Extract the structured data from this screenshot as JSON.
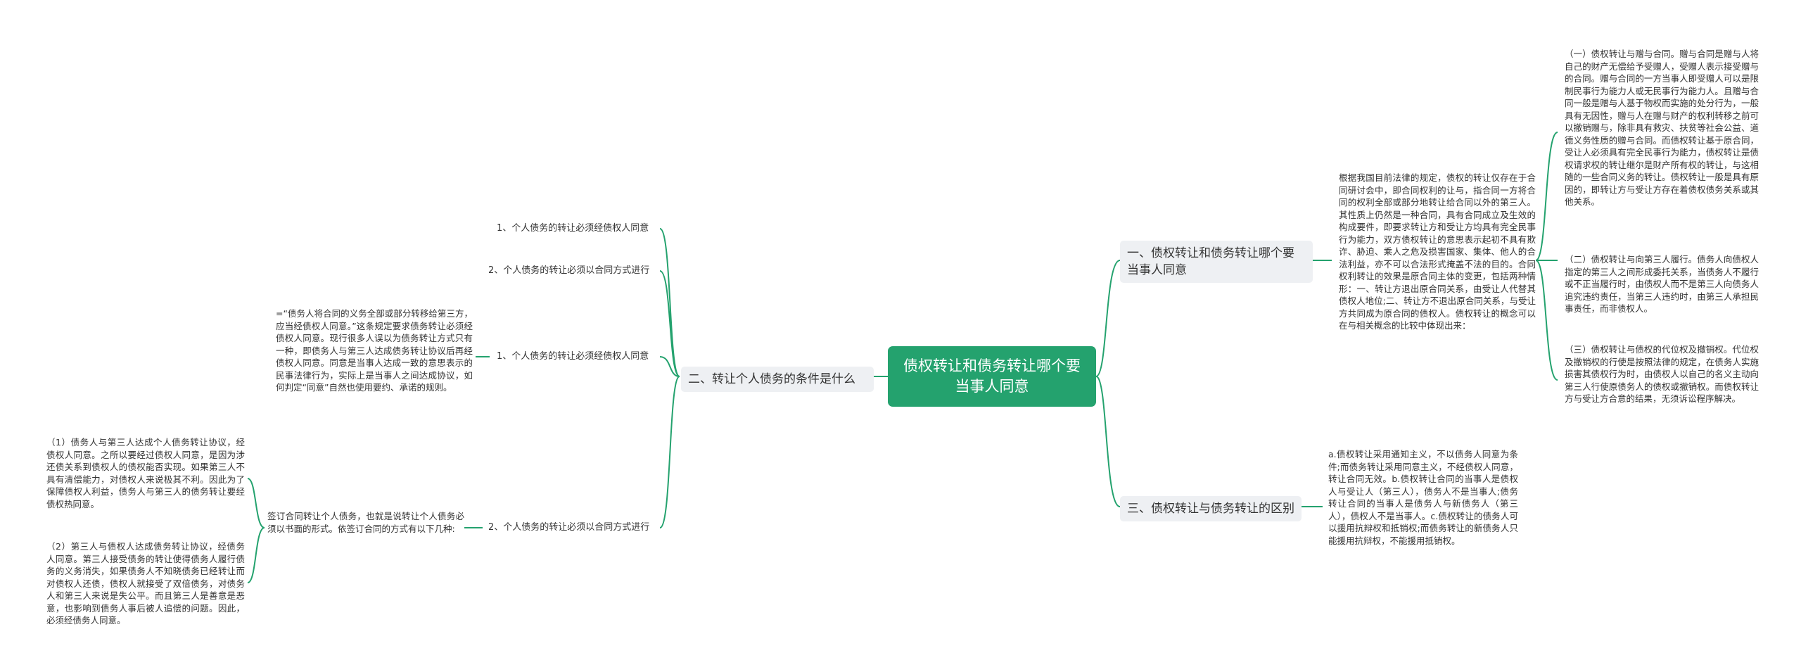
{
  "root": "债权转让和债务转让哪个要当事人同意",
  "right": {
    "b1": {
      "label": "一、债权转让和债务转让哪个要当事人同意",
      "detail": "根据我国目前法律的规定，债权的转让仅存在于合同研讨会中，即合同权利的让与，指合同一方将合同的权利全部或部分地转让给合同以外的第三人。其性质上仍然是一种合同，具有合同成立及生效的构成要件，即要求转让方和受让方均具有完全民事行为能力，双方债权转让的意思表示起初不具有欺诈、胁迫、乘人之危及损害国家、集体、他人的合法利益，亦不可以合法形式掩盖不法的目的。合同权利转让的效果是原合同主体的变更，包括两种情形：一、转让方退出原合同关系，由受让人代替其债权人地位;二、转让方不退出原合同关系，与受让方共同成为原合同的债权人。债权转让的概念可以在与相关概念的比较中体现出来：",
      "items": [
        "（一）债权转让与赠与合同。赠与合同是赠与人将自己的财产无偿给予受赠人，受赠人表示接受赠与的合同。赠与合同的一方当事人即受赠人可以是限制民事行为能力人或无民事行为能力人。且赠与合同一般是赠与人基于物权而实施的处分行为，一般具有无因性，赠与人在赠与财产的权利转移之前可以撤销赠与，除非具有救灾、扶贫等社会公益、道德义务性质的赠与合同。而债权转让基于原合同，受让人必须具有完全民事行为能力，债权转让是债权请求权的转让继尔是财产所有权的转让，与这相随的一些合同义务的转让。债权转让一般是具有原因的，即转让方与受让方存在着债权债务关系或其他关系。",
        "（二）债权转让与向第三人履行。债务人向债权人指定的第三人之间形成委托关系，当债务人不履行或不正当履行时，由债权人而不是第三人向债务人追究违约责任，当第三人违约时，由第三人承担民事责任，而非债权人。",
        "（三）债权转让与债权的代位权及撤销权。代位权及撤销权的行使是按照法律的规定，在债务人实施损害其债权行为时，由债权人以自己的名义主动向第三人行使原债务人的债权或撤销权。而债权转让方与受让方合意的结果，无须诉讼程序解决。"
      ]
    },
    "b3": {
      "label": "三、债权转让与债务转让的区别",
      "detail": "a.债权转让采用通知主义，不以债务人同意为条件;而债务转让采用同意主义，不经债权人同意，转让合同无效。b.债权转让合同的当事人是债权人与受让人（第三人），债务人不是当事人;债务转让合同的当事人是债务人与新债务人（第三人），债权人不是当事人。c.债权转让的债务人可以援用抗辩权和抵销权;而债务转让的新债务人只能援用抗辩权，不能援用抵销权。"
    }
  },
  "left": {
    "b2": {
      "label": "二、转让个人债务的条件是什么",
      "c1": "1、个人债务的转让必须经债权人同意",
      "c2": "2、个人债务的转让必须以合同方式进行",
      "c3": "1、个人债务的转让必须经债权人同意",
      "c3_detail": "=“债务人将合同的义务全部或部分转移给第三方，应当经债权人同意。”这条规定要求债务转让必须经债权人同意。现行很多人误以为债务转让方式只有一种，即债务人与第三人达成债务转让协议后再经债权人同意。同意是当事人达成一致的意思表示的民事法律行为，实际上是当事人之间达成协议，如何判定“同意”自然也使用要约、承诺的规则。",
      "c4": "2、个人债务的转让必须以合同方式进行",
      "c4_detail": "签订合同转让个人债务，也就是说转让个人债务必须以书面的形式。依签订合同的方式有以下几种:",
      "c4_items": [
        "（1）债务人与第三人达成个人债务转让协议，经债权人同意。之所以要经过债权人同意，是因为涉还债关系到债权人的债权能否实现。如果第三人不具有清偿能力，对债权人来说极其不利。因此为了保障债权人利益，债务人与第三人的债务转让要经债权热同意。",
        "（2）第三人与债权人达成债务转让协议，经债务人同意。第三人接受债务的转让使得债务人履行债务的义务消失，如果债务人不知晓债务已经转让而对债权人还债，债权人就接受了双倍债务，对债务人和第三人来说是失公平。而且第三人是善意是恶意，也影响到债务人事后被人追偿的问题。因此，必须经债务人同意。"
      ]
    }
  },
  "colors": {
    "root": "#24a26e",
    "line": "#24a26e",
    "branch_bg": "#eef0f3"
  }
}
